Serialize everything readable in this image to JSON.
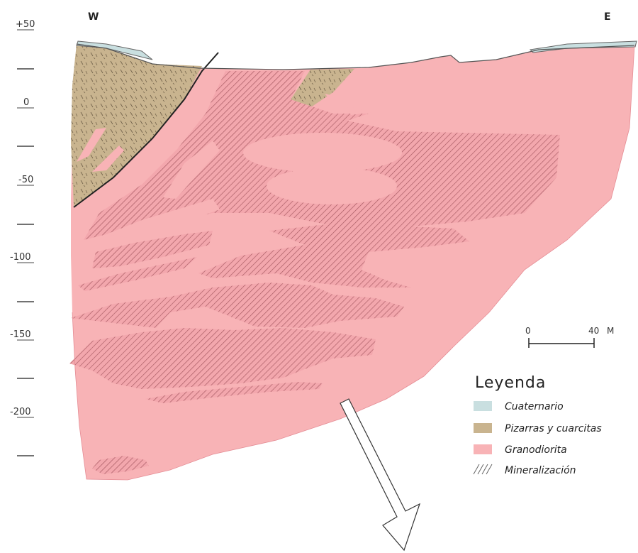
{
  "section": {
    "west_label": "W",
    "east_label": "E",
    "depth_labels": [
      "+50",
      "0",
      "-50",
      "-100",
      "-150",
      "-200"
    ]
  },
  "scale_bar": {
    "start_label": "0",
    "end_label": "40",
    "unit_label": "M"
  },
  "legend": {
    "title": "Leyenda",
    "items": [
      {
        "label": "Cuaternario",
        "color": "#c9dfe0"
      },
      {
        "label": "Pizarras y cuarcitas",
        "color": "#c9b48f"
      },
      {
        "label": "Granodiorita",
        "color": "#f8b3b6"
      },
      {
        "label": "Mineralización",
        "color": "hatch"
      }
    ]
  },
  "colors": {
    "granodiorita": "#f8b3b6",
    "pizarras": "#c9b48f",
    "cuaternario": "#c9dfe0",
    "hatch": "#b0646c"
  }
}
